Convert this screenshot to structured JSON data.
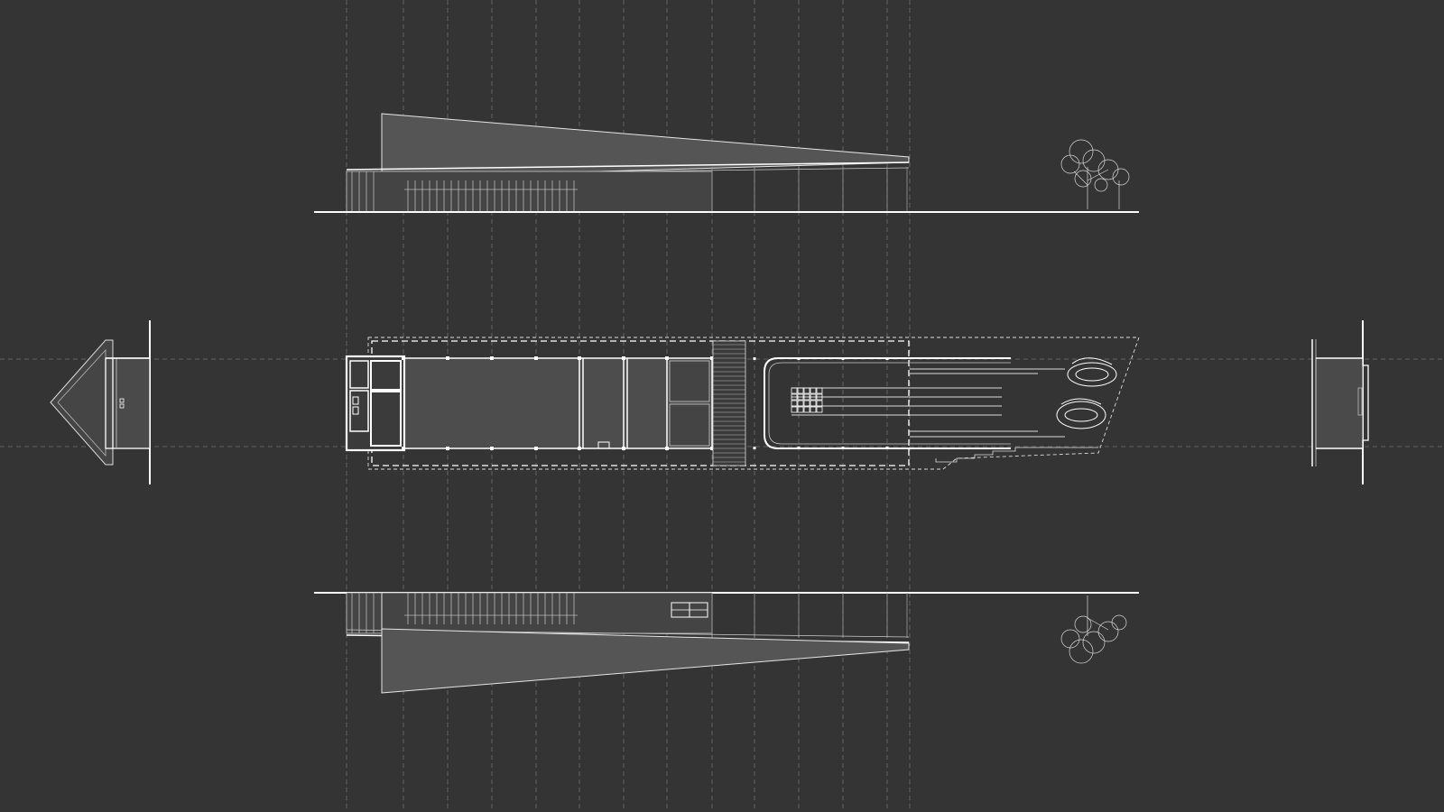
{
  "drawing": {
    "kind": "architectural orthographic drawing set",
    "views": [
      {
        "id": "north-elevation",
        "role": "elevation"
      },
      {
        "id": "floor-plan",
        "role": "plan"
      },
      {
        "id": "west-section",
        "role": "section"
      },
      {
        "id": "east-section",
        "role": "section"
      },
      {
        "id": "south-elevation",
        "role": "elevation"
      }
    ],
    "colors": {
      "background": "#333433",
      "line": "#e6e6e6",
      "strong_line": "#ffffff",
      "fill_wall": "#4d4d4d",
      "fill_roof": "#555555",
      "guide": "#8a8a8a"
    },
    "icons": [
      "tree-icon",
      "tree-reflection-icon",
      "plant-pod-icon"
    ]
  }
}
